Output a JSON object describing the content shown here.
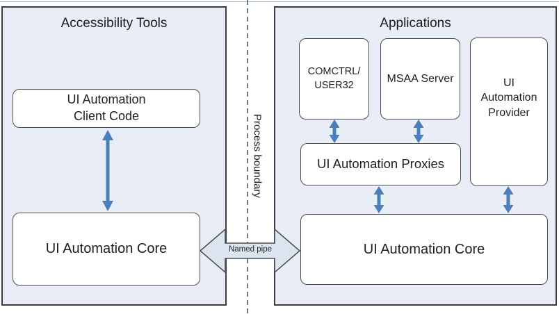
{
  "diagram": {
    "left_panel": {
      "title": "Accessibility Tools",
      "client_code_box": {
        "lines": [
          "UI Automation",
          "Client Code"
        ]
      },
      "core_box": {
        "label": "UI Automation Core"
      }
    },
    "right_panel": {
      "title": "Applications",
      "comctrl_box": {
        "lines": [
          "COMCTRL/",
          "USER32"
        ]
      },
      "msaa_box": {
        "label": "MSAA Server"
      },
      "provider_box": {
        "lines": [
          "UI",
          "Automation",
          "Provider"
        ]
      },
      "proxies_box": {
        "label": "UI Automation Proxies"
      },
      "core_box": {
        "label": "UI Automation Core"
      }
    },
    "boundary": {
      "label": "Process boundary"
    },
    "named_pipe": {
      "label": "Named pipe"
    },
    "colors": {
      "panel_fill": "#e9edf5",
      "panel_border": "#3d3d3d",
      "box_fill": "#ffffff",
      "box_border": "#4c4c4c",
      "arrow_blue": "#4a7ebc",
      "boundary_dash": "#3e4f66",
      "named_pipe_fill": "#dce4f0",
      "named_pipe_border": "#4c4c4c"
    }
  }
}
